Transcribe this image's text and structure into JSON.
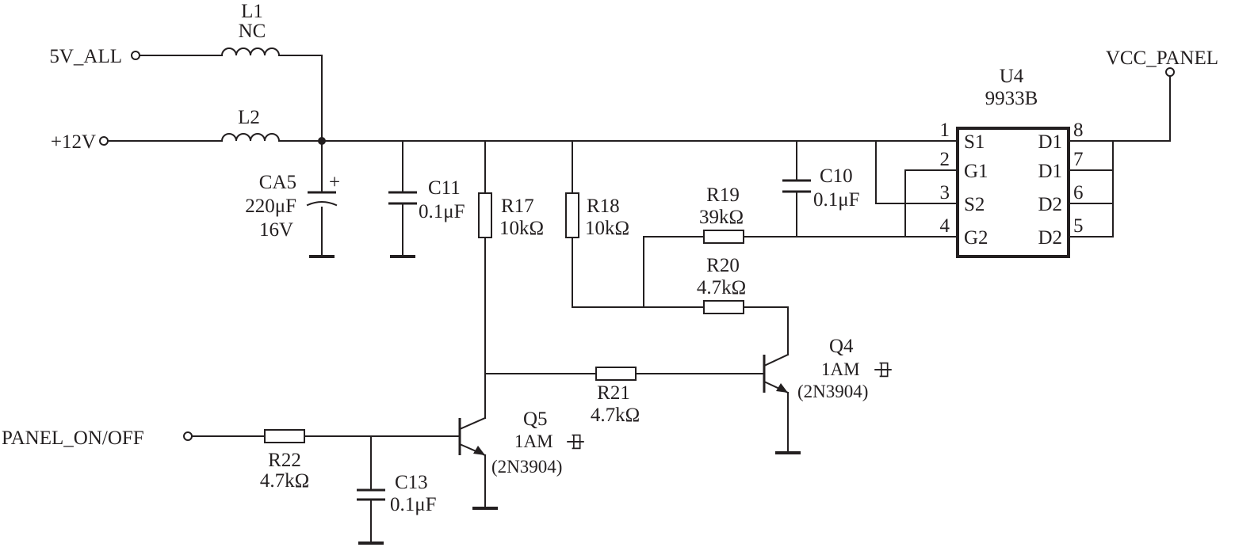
{
  "nets": {
    "v5_all": "5V_ALL",
    "v12": "+12V",
    "vcc_panel": "VCC_PANEL",
    "panel_on_off": "PANEL_ON/OFF"
  },
  "components": {
    "L1": {
      "ref": "L1",
      "value": "NC"
    },
    "L2": {
      "ref": "L2"
    },
    "CA5": {
      "ref": "CA5",
      "value": "220μF",
      "voltage": "16V",
      "polarity": "+"
    },
    "C11": {
      "ref": "C11",
      "value": "0.1μF"
    },
    "R17": {
      "ref": "R17",
      "value": "10kΩ"
    },
    "R18": {
      "ref": "R18",
      "value": "10kΩ"
    },
    "R19": {
      "ref": "R19",
      "value": "39kΩ"
    },
    "C10": {
      "ref": "C10",
      "value": "0.1μF"
    },
    "R20": {
      "ref": "R20",
      "value": "4.7kΩ"
    },
    "R21": {
      "ref": "R21",
      "value": "4.7kΩ"
    },
    "R22": {
      "ref": "R22",
      "value": "4.7kΩ"
    },
    "C13": {
      "ref": "C13",
      "value": "0.1μF"
    },
    "Q4": {
      "ref": "Q4",
      "marking": "1AM",
      "marking_flipped": "中",
      "part": "(2N3904)"
    },
    "Q5": {
      "ref": "Q5",
      "marking": "1AM",
      "marking_flipped": "中",
      "part": "(2N3904)"
    },
    "U4": {
      "ref": "U4",
      "part": "9933B",
      "pins_left": [
        {
          "num": "1",
          "name": "S1"
        },
        {
          "num": "2",
          "name": "G1"
        },
        {
          "num": "3",
          "name": "S2"
        },
        {
          "num": "4",
          "name": "G2"
        }
      ],
      "pins_right": [
        {
          "num": "8",
          "name": "D1"
        },
        {
          "num": "7",
          "name": "D1"
        },
        {
          "num": "6",
          "name": "D2"
        },
        {
          "num": "5",
          "name": "D2"
        }
      ]
    }
  }
}
